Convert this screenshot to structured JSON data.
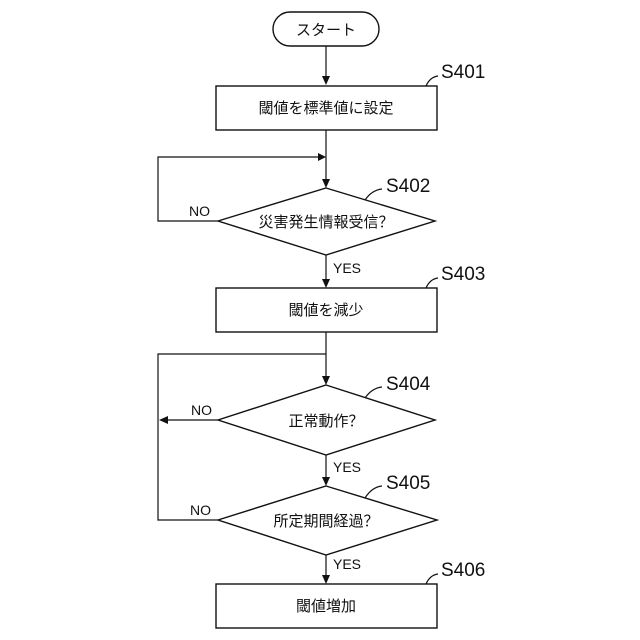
{
  "start": {
    "label": "スタート"
  },
  "steps": {
    "s401": {
      "id": "S401",
      "label": "閾値を標準値に設定"
    },
    "s402": {
      "id": "S402",
      "label": "災害発生情報受信？"
    },
    "s403": {
      "id": "S403",
      "label": "閾値を減少"
    },
    "s404": {
      "id": "S404",
      "label": "正常動作？"
    },
    "s405": {
      "id": "S405",
      "label": "所定期間経過？"
    },
    "s406": {
      "id": "S406",
      "label": "閾値増加"
    }
  },
  "branches": {
    "s402_yes": "YES",
    "s402_no": "NO",
    "s404_yes": "YES",
    "s404_no": "NO",
    "s405_yes": "YES",
    "s405_no": "NO"
  },
  "colors": {
    "line": "#111111",
    "fill": "#ffffff"
  }
}
